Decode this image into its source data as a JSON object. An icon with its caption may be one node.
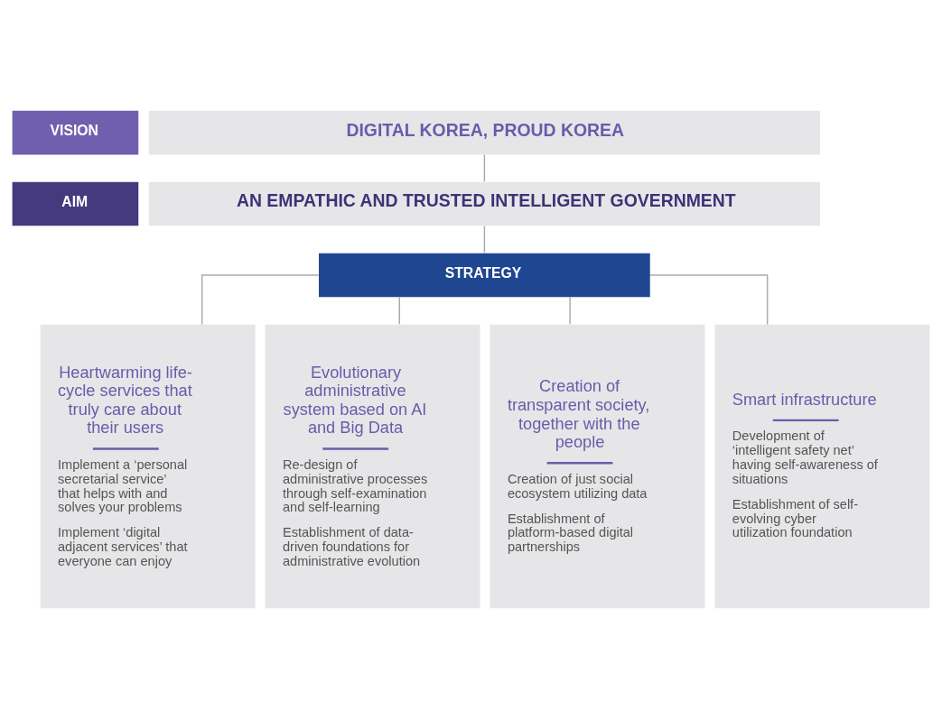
{
  "diagram": {
    "nodes": [
      {
        "text": [
          "VISION"
        ]
      },
      {
        "text": [
          "DIGITAL KOREA, PROUD KOREA"
        ]
      },
      {
        "text": [
          "AIM"
        ]
      },
      {
        "text": [
          "AN EMPATHIC AND TRUSTED INTELLIGENT GOVERNMENT"
        ]
      },
      {
        "text": [
          "STRATEGY"
        ]
      },
      {
        "text": [
          "Heartwarming life-cycle services that truly care about their users",
          "Implement a ‘personal secretarial service’ that helps with and solves your problems",
          "Implement ‘digital adjacent services’ that everyone can enjoy"
        ]
      },
      {
        "text": [
          "Evolutionary administrative system based on AI and Big Data",
          "Re-design of administrative processes through self-examination and self-learning",
          "Establishment of data-driven foundations for administrative evolution"
        ]
      },
      {
        "text": [
          "Creation of transparent society, together with the people",
          "Creation of just social ecosystem utilizing data",
          "Establishment of platform-based digital partnerships"
        ]
      },
      {
        "text": [
          "Smart infrastructure",
          "Development of ‘intelligent safety net’ having self-awareness of situations",
          "Establishment of self-evolving cyber utilization foundation"
        ]
      }
    ],
    "edges": [
      {
        "from": 1,
        "to": 3,
        "arrow": "none"
      },
      {
        "from": 3,
        "to": 4,
        "arrow": "none"
      },
      {
        "from": 4,
        "to": 5,
        "arrow": "none"
      },
      {
        "from": 4,
        "to": 6,
        "arrow": "none"
      },
      {
        "from": 4,
        "to": 7,
        "arrow": "none"
      },
      {
        "from": 4,
        "to": 8,
        "arrow": "none"
      }
    ]
  }
}
